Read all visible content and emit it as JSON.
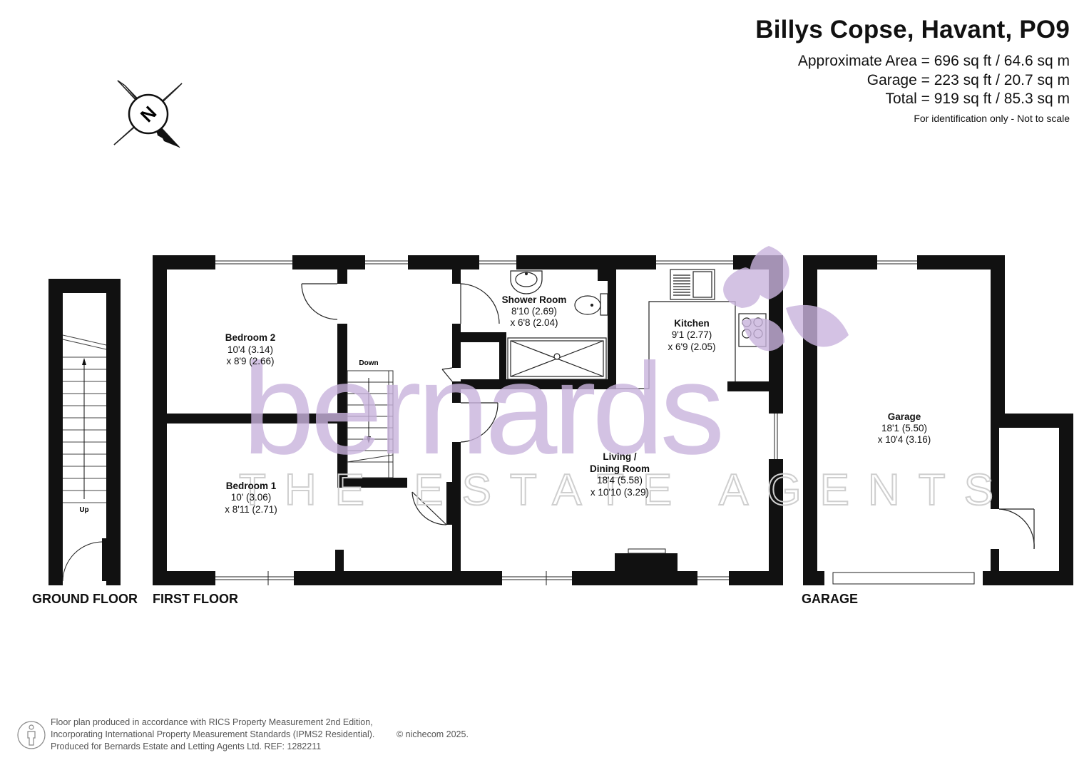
{
  "header": {
    "title": "Billys Copse, Havant, PO9",
    "approx_area": "Approximate Area = 696 sq ft / 64.6 sq m",
    "garage_area": "Garage = 223 sq ft / 20.7 sq m",
    "total_area": "Total = 919 sq ft / 85.3 sq m",
    "note": "For identification only - Not to scale"
  },
  "compass": {
    "letter": "N"
  },
  "watermark": {
    "brand": "bernards",
    "tagline": "THE ESTATE AGENTS",
    "color": "#c9b3dd"
  },
  "rooms": {
    "bedroom2": {
      "name": "Bedroom 2",
      "dim1": "10'4 (3.14)",
      "dim2": "x 8'9 (2.66)"
    },
    "bedroom1": {
      "name": "Bedroom 1",
      "dim1": "10' (3.06)",
      "dim2": "x 8'11 (2.71)"
    },
    "shower": {
      "name": "Shower Room",
      "dim1": "8'10 (2.69)",
      "dim2": "x 6'8 (2.04)"
    },
    "kitchen": {
      "name": "Kitchen",
      "dim1": "9'1 (2.77)",
      "dim2": "x 6'9 (2.05)"
    },
    "living": {
      "name1": "Living /",
      "name2": "Dining Room",
      "dim1": "18'4 (5.58)",
      "dim2": "x 10'10 (3.29)"
    },
    "garage": {
      "name": "Garage",
      "dim1": "18'1 (5.50)",
      "dim2": "x 10'4 (3.16)"
    }
  },
  "stairs": {
    "down": "Down",
    "up": "Up"
  },
  "floors": {
    "ground": "GROUND FLOOR",
    "first": "FIRST FLOOR",
    "garage": "GARAGE"
  },
  "footer": {
    "line1": "Floor plan produced in accordance with RICS Property Measurement 2nd Edition,",
    "line2": "Incorporating International Property Measurement Standards (IPMS2 Residential).",
    "line3": "Produced for Bernards Estate and Letting Agents Ltd.   REF:  1282211",
    "copyright": "© nichecom 2025."
  }
}
